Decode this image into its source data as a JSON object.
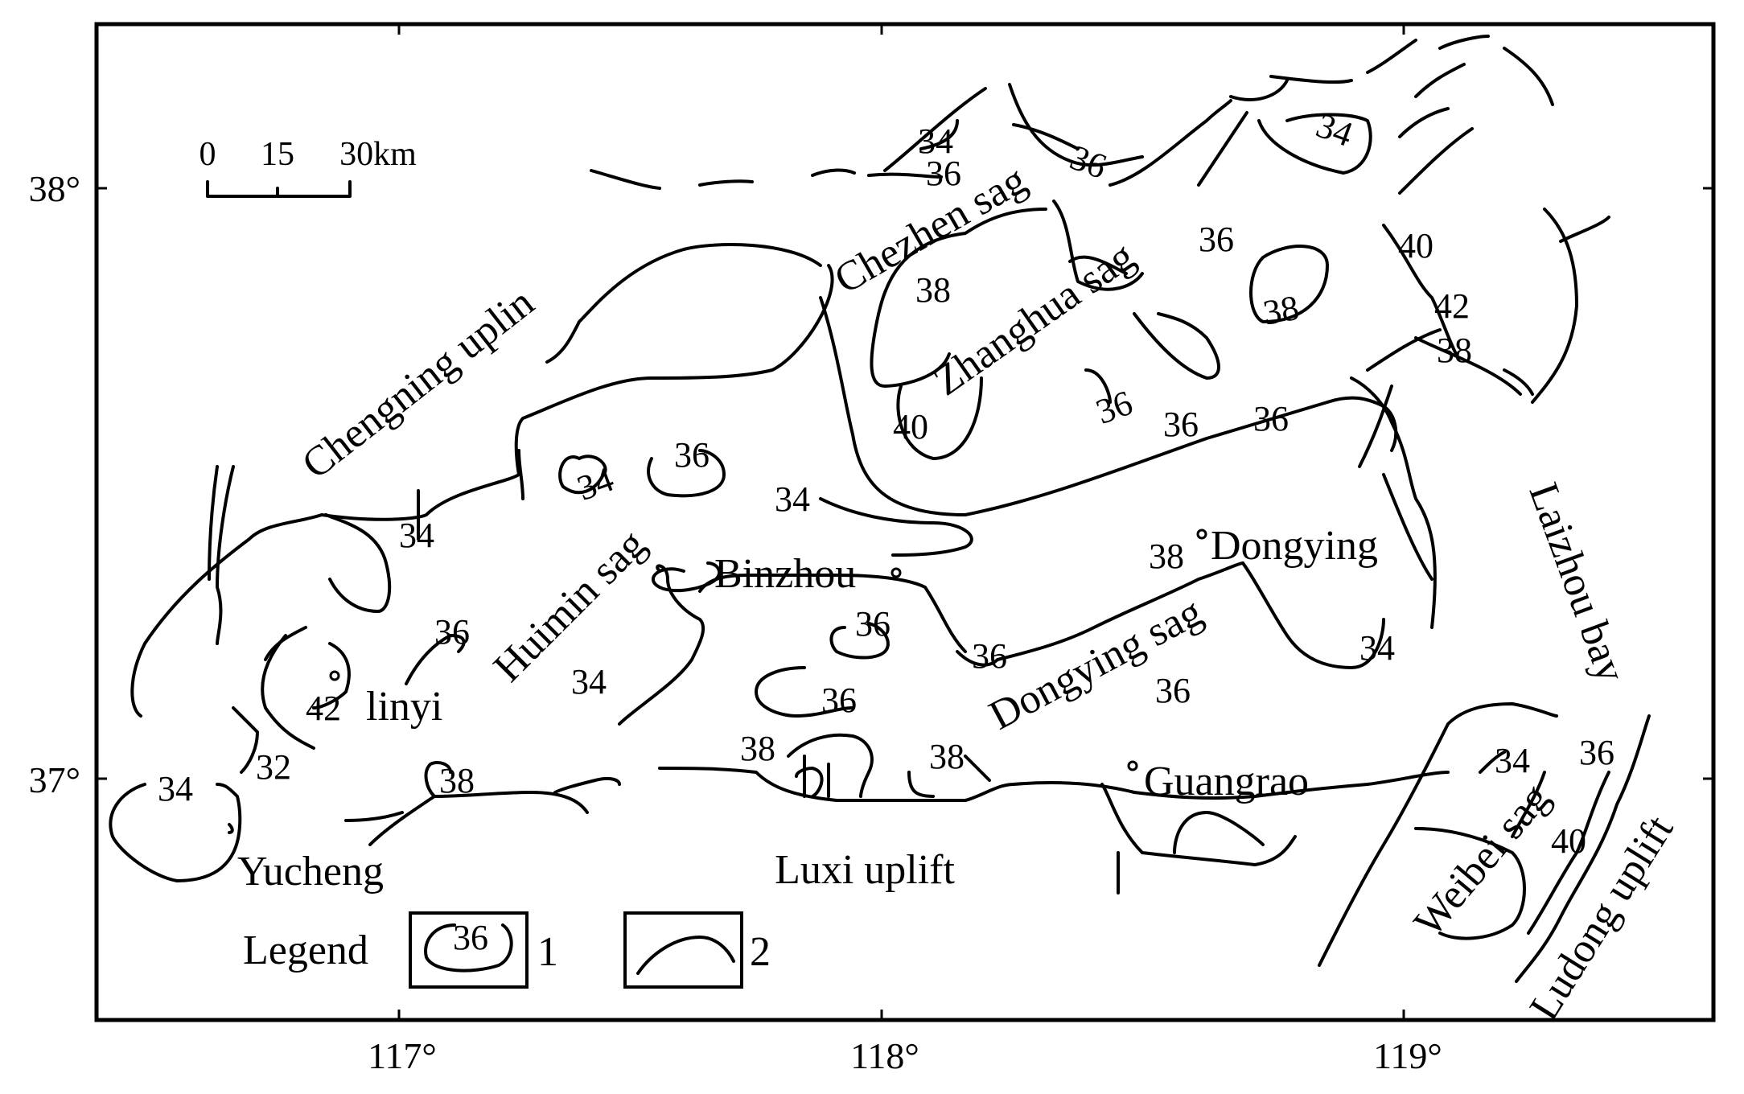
{
  "scale_bar": {
    "ticks": [
      "0",
      "15",
      "30km"
    ]
  },
  "axes": {
    "x_ticks": [
      "117°",
      "118°",
      "119°"
    ],
    "y_ticks": [
      "38°",
      "37°"
    ]
  },
  "regions": {
    "chengning_uplin": "Chengning uplin",
    "chezhen_sag": "Chezhen sag",
    "zhanghua_sag": "Zhanghua sag",
    "huimin_sag": "Huimin sag",
    "dongying_sag": "Dongying sag",
    "laizhou_bay": "Laizhou bay",
    "weibei_sag": "Weibei sag",
    "ludong_uplift": "Ludong uplift",
    "luxi_uplift": "Luxi uplift"
  },
  "towns": {
    "binzhou": "Binzhou",
    "dongying": "Dongying",
    "linyi": "linyi",
    "guangrao": "Guangrao",
    "yucheng": "Yucheng"
  },
  "contour_labels": [
    "34",
    "36",
    "36",
    "34",
    "36",
    "38",
    "36",
    "36",
    "40",
    "38",
    "42",
    "38",
    "40",
    "36",
    "36",
    "34",
    "36",
    "34",
    "34",
    "36",
    "34",
    "38",
    "36",
    "34",
    "42",
    "32",
    "36",
    "38",
    "36",
    "38",
    "38",
    "34",
    "36",
    "34",
    "40"
  ],
  "legend": {
    "title": "Legend",
    "item1_value": "36",
    "item1_number": "1",
    "item2_number": "2"
  }
}
